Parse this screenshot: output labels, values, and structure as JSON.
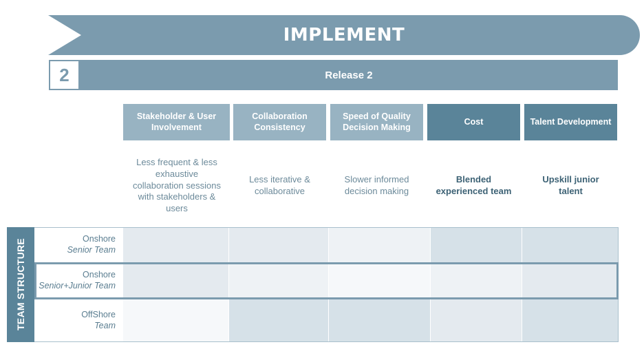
{
  "phase": {
    "title": "IMPLEMENT"
  },
  "release": {
    "number": "2",
    "title": "Release 2"
  },
  "columns": [
    {
      "header": "Stakeholder & User Involvement",
      "description": "Less frequent & less exhaustive collaboration sessions with stakeholders  & users"
    },
    {
      "header": "Collaboration Consistency",
      "description": "Less iterative & collaborative"
    },
    {
      "header": "Speed of Quality Decision Making",
      "description": "Slower informed decision making"
    },
    {
      "header": "Cost",
      "description": "Blended experienced team"
    },
    {
      "header": "Talent Development",
      "description": "Upskill junior talent"
    }
  ],
  "team_structure": {
    "label": "TEAM STRUCTURE",
    "rows": [
      {
        "location": "Onshore",
        "team": "Senior Team"
      },
      {
        "location": "Onshore",
        "team": "Senior+Junior Team"
      },
      {
        "location": "OffShore",
        "team": "Team"
      }
    ]
  },
  "colors": {
    "banner": "#7b9bae",
    "header_light": "#98b3c2",
    "header_dark": "#5a8499",
    "highlight_border": "#7b9bae"
  }
}
